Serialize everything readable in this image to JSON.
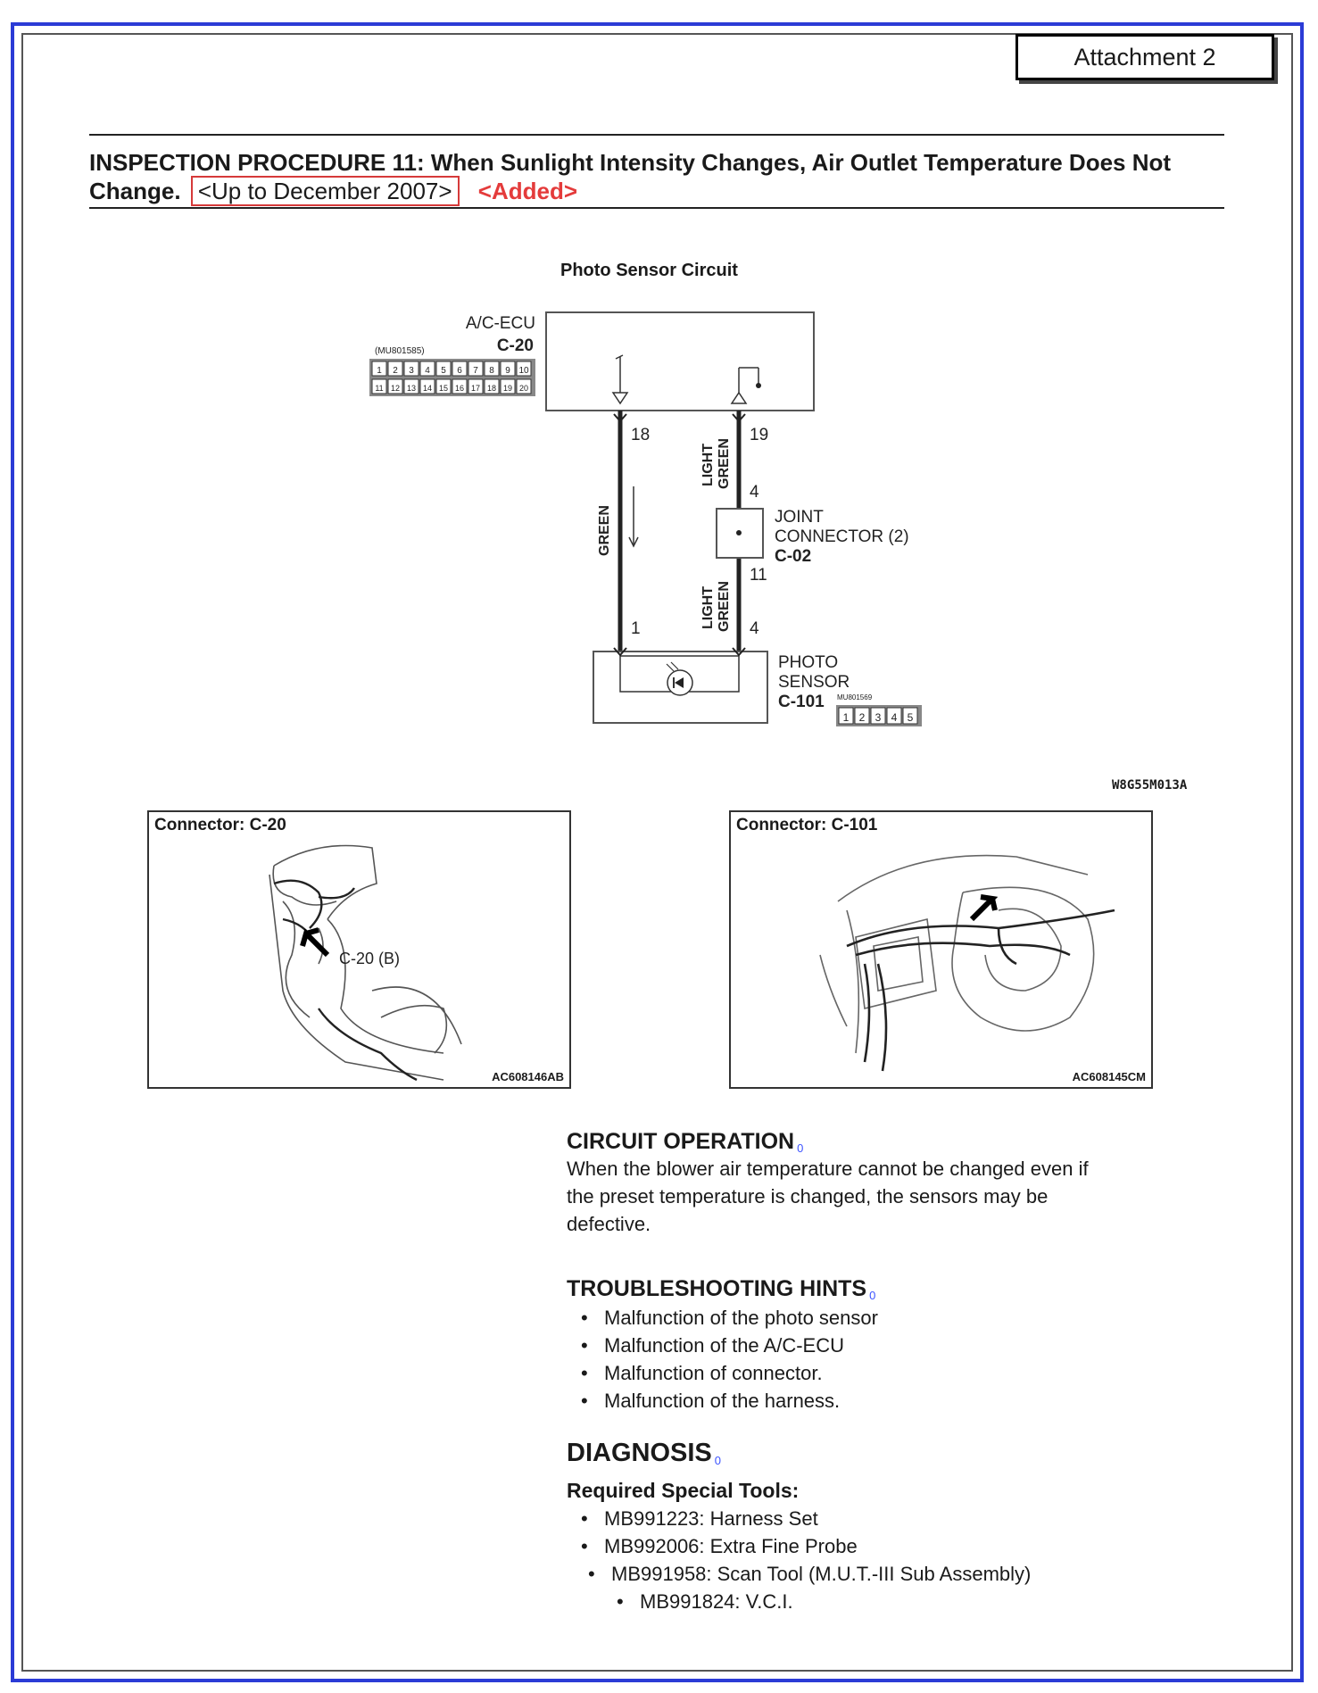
{
  "attachment": "Attachment 2",
  "header": {
    "title": "INSPECTION PROCEDURE 11: When Sunlight Intensity Changes, Air Outlet Temperature Does Not Change.",
    "boxed_note": "<Up to December 2007>",
    "added_tag": "<Added>"
  },
  "diagram": {
    "title": "Photo Sensor Circuit",
    "ecu_label": "A/C-ECU",
    "ecu_connector": "C-20",
    "ecu_part": "(MU801585)",
    "ecu_pins_row1": [
      "1",
      "2",
      "3",
      "4",
      "5",
      "6",
      "7",
      "8",
      "9",
      "10"
    ],
    "ecu_pins_row2": [
      "11",
      "12",
      "13",
      "14",
      "15",
      "16",
      "17",
      "18",
      "19",
      "20"
    ],
    "pin_18": "18",
    "pin_19": "19",
    "joint_pin_top": "4",
    "joint_pin_bottom": "11",
    "sensor_pin_1": "1",
    "sensor_pin_4": "4",
    "wire_left": "GREEN",
    "wire_right_top_1": "LIGHT",
    "wire_right_top_2": "GREEN",
    "wire_right_bot_1": "LIGHT",
    "wire_right_bot_2": "GREEN",
    "joint_label_1": "JOINT",
    "joint_label_2": "CONNECTOR (2)",
    "joint_label_3": "C-02",
    "sensor_label_1": "PHOTO",
    "sensor_label_2": "SENSOR",
    "sensor_connector": "C-101",
    "sensor_part": "MU801569",
    "sensor_pins": [
      "1",
      "2",
      "3",
      "4",
      "5"
    ],
    "code": "W8G55M013A"
  },
  "connectors": [
    {
      "label": "Connector: C-20",
      "callout": "C-20 (B)",
      "code": "AC608146AB"
    },
    {
      "label": "Connector: C-101",
      "code": "AC608145CM"
    }
  ],
  "circuit_operation": {
    "title": "CIRCUIT OPERATION",
    "marker": "0",
    "lines": [
      "When the blower air temperature cannot be changed even if",
      "the preset temperature is changed, the sensors may be",
      "defective."
    ]
  },
  "troubleshooting": {
    "title": "TROUBLESHOOTING HINTS",
    "marker": "0",
    "items": [
      "Malfunction of the photo sensor",
      "Malfunction of the A/C-ECU",
      "Malfunction of connector.",
      "Malfunction of the harness."
    ]
  },
  "diagnosis": {
    "title": "DIAGNOSIS",
    "marker": "0",
    "subtitle": "Required Special Tools:",
    "tools": [
      "MB991223: Harness Set",
      "MB992006: Extra Fine Probe",
      "MB991958: Scan Tool (M.U.T.-III Sub Assembly)"
    ],
    "subtool": "MB991824: V.C.I."
  },
  "colors": {
    "frame": "#2b3bd6",
    "added": "#e43b3b",
    "marker": "#3d54ff"
  }
}
